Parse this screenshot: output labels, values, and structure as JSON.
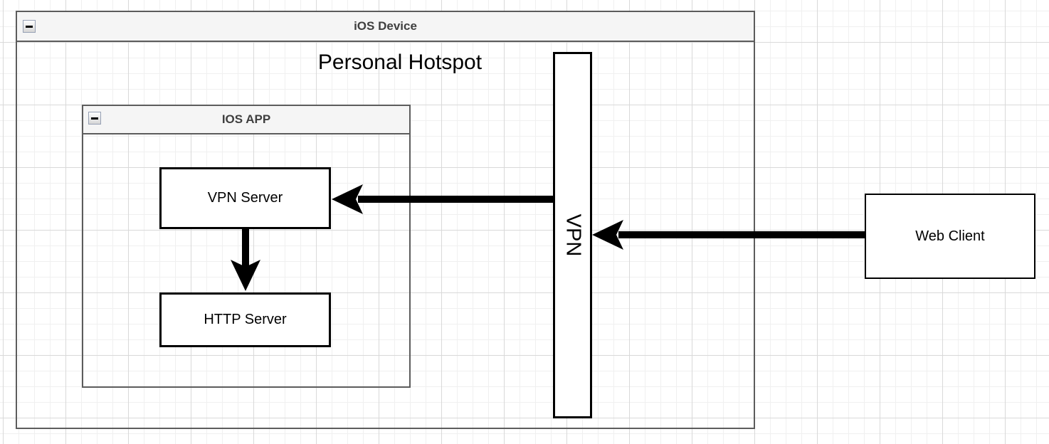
{
  "ios_device": {
    "title": "iOS Device",
    "hotspot_label": "Personal Hotspot"
  },
  "ios_app": {
    "title": "IOS APP"
  },
  "nodes": {
    "vpn_server": "VPN Server",
    "http_server": "HTTP Server",
    "vpn": "VPN",
    "web_client": "Web Client"
  },
  "icons": {
    "collapse": "minus-icon"
  },
  "colors": {
    "container_border": "#5c5c5c",
    "titlebar_bg": "#f5f5f5",
    "title_text": "#3f3f3f",
    "node_border": "#000000",
    "node_text": "#000000",
    "arrow": "#000000",
    "canvas_bg": "#ffffff",
    "grid_minor": "#f0f0f0",
    "grid_major": "#d9d9d9"
  }
}
